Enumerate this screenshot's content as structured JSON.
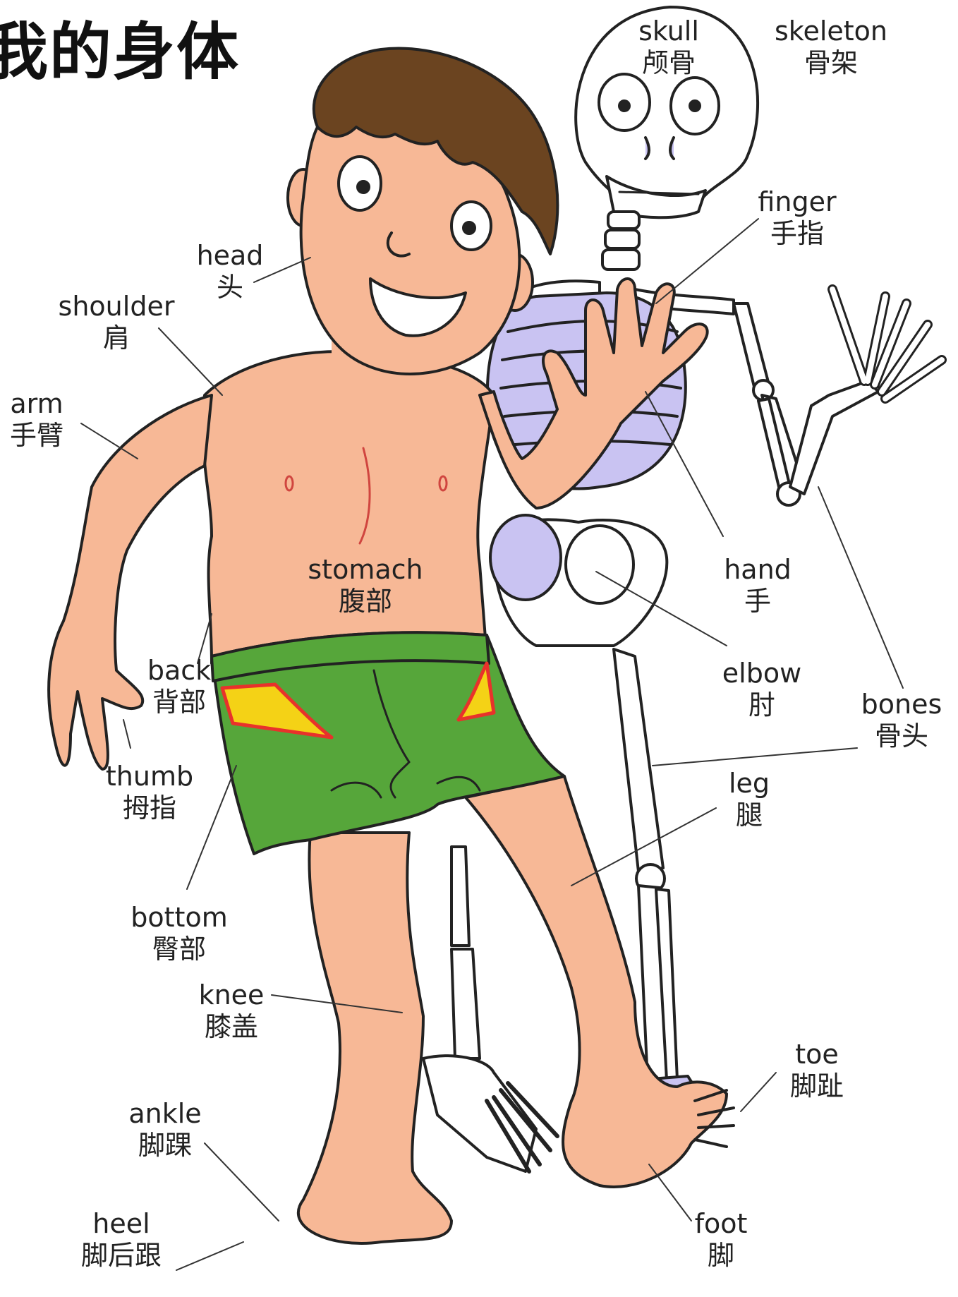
{
  "title": "我的身体",
  "colors": {
    "skin": "#f7b896",
    "hair": "#6b4420",
    "shorts": "#56a63a",
    "stripe": "#f4d216",
    "stripe_edge": "#e8322b",
    "bone_shade": "#c9c3f2"
  },
  "labels": {
    "skull": {
      "en": "skull",
      "zh": "颅骨"
    },
    "skeleton": {
      "en": "skeleton",
      "zh": "骨架"
    },
    "finger": {
      "en": "finger",
      "zh": "手指"
    },
    "head": {
      "en": "head",
      "zh": "头"
    },
    "shoulder": {
      "en": "shoulder",
      "zh": "肩"
    },
    "arm": {
      "en": "arm",
      "zh": "手臂"
    },
    "stomach": {
      "en": "stomach",
      "zh": "腹部"
    },
    "hand": {
      "en": "hand",
      "zh": "手"
    },
    "back": {
      "en": "back",
      "zh": "背部"
    },
    "elbow": {
      "en": "elbow",
      "zh": "肘"
    },
    "bones": {
      "en": "bones",
      "zh": "骨头"
    },
    "thumb": {
      "en": "thumb",
      "zh": "拇指"
    },
    "leg": {
      "en": "leg",
      "zh": "腿"
    },
    "bottom": {
      "en": "bottom",
      "zh": "臀部"
    },
    "knee": {
      "en": "knee",
      "zh": "膝盖"
    },
    "toe": {
      "en": "toe",
      "zh": "脚趾"
    },
    "ankle": {
      "en": "ankle",
      "zh": "脚踝"
    },
    "heel": {
      "en": "heel",
      "zh": "脚后跟"
    },
    "foot": {
      "en": "foot",
      "zh": "脚"
    }
  }
}
